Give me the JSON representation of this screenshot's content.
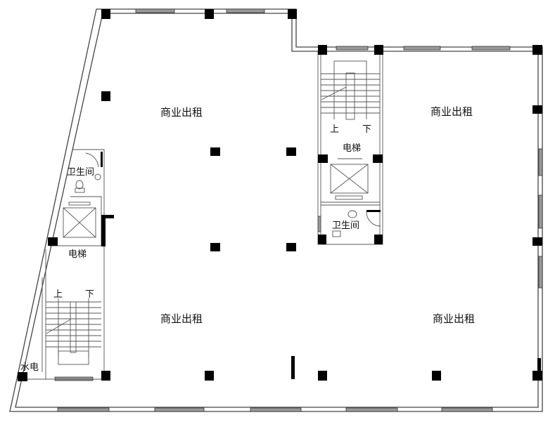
{
  "plan": {
    "rooms": [
      {
        "label": "商业出租"
      },
      {
        "label": "商业出租"
      },
      {
        "label": "商业出租"
      },
      {
        "label": "商业出租"
      }
    ],
    "left_core": {
      "toilet": "卫生间",
      "elevator": "电梯",
      "stair_up": "上",
      "stair_down": "下",
      "utility": "水电"
    },
    "right_core": {
      "toilet": "卫生间",
      "elevator": "电梯",
      "stair_up": "上",
      "stair_down": "下"
    },
    "colors": {
      "wall": "#444444",
      "column": "#000000",
      "window": "#9a9a9a"
    }
  }
}
